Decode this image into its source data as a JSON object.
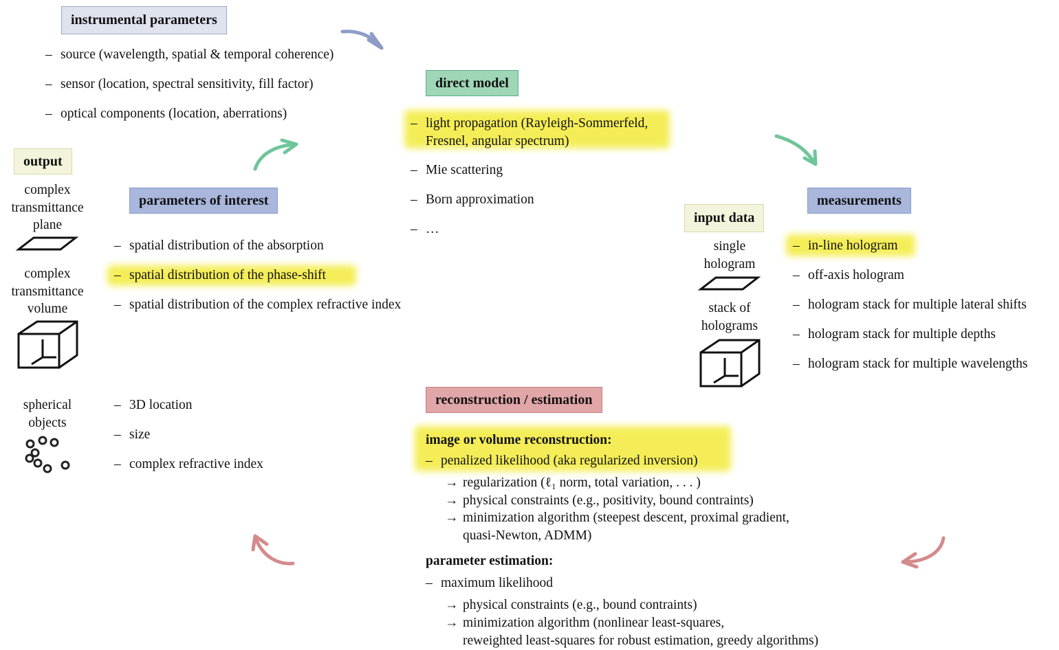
{
  "instrumental": {
    "title": "instrumental parameters",
    "items": [
      "source (wavelength, spatial & temporal coherence)",
      "sensor (location, spectral sensitivity, fill factor)",
      "optical components (location, aberrations)"
    ]
  },
  "direct_model": {
    "title": "direct model",
    "items": [
      {
        "line1": "light propagation (Rayleigh-Sommerfeld,",
        "line2": "Fresnel, angular spectrum)"
      },
      "Mie scattering",
      "Born approximation",
      "…"
    ]
  },
  "output": {
    "title": "output",
    "plane_label": [
      "complex",
      "transmittance",
      "plane"
    ],
    "volume_label": [
      "complex",
      "transmittance",
      "volume"
    ],
    "objects_label": [
      "spherical",
      "objects"
    ]
  },
  "parameters_of_interest": {
    "title": "parameters of interest",
    "items": [
      "spatial distribution of the absorption",
      "spatial distribution of the phase-shift",
      "spatial distribution of the complex refractive index"
    ],
    "object_items": [
      "3D location",
      "size",
      "complex refractive index"
    ]
  },
  "input_data": {
    "title": "input data",
    "single_label": [
      "single",
      "hologram"
    ],
    "stack_label": [
      "stack of",
      "holograms"
    ]
  },
  "measurements": {
    "title": "measurements",
    "items": [
      "in-line hologram",
      "off-axis hologram",
      "hologram stack for multiple lateral shifts",
      "hologram stack for multiple depths",
      "hologram stack for multiple wavelengths"
    ]
  },
  "reconstruction": {
    "title": "reconstruction / estimation",
    "image_heading": "image or volume reconstruction:",
    "image_item": "penalized likelihood (aka regularized inversion)",
    "image_sub": [
      "regularization (ℓ₁ norm, total variation, . . . )",
      "physical constraints (e.g., positivity, bound contraints)",
      "minimization algorithm (steepest descent, proximal gradient,",
      "quasi-Newton, ADMM)"
    ],
    "param_heading": "parameter estimation:",
    "param_item": "maximum likelihood",
    "param_sub": [
      "physical constraints (e.g., bound contraints)",
      "minimization algorithm (nonlinear least-squares,",
      "reweighted least-squares for robust estimation, greedy algorithms)"
    ]
  },
  "symbols": {
    "dash": "–",
    "arrow": "→"
  },
  "colors": {
    "highlight": "#f3ec45",
    "arrow_blue": "#8e9cc8",
    "arrow_green": "#6fc59a",
    "arrow_red": "#d48a8c"
  }
}
